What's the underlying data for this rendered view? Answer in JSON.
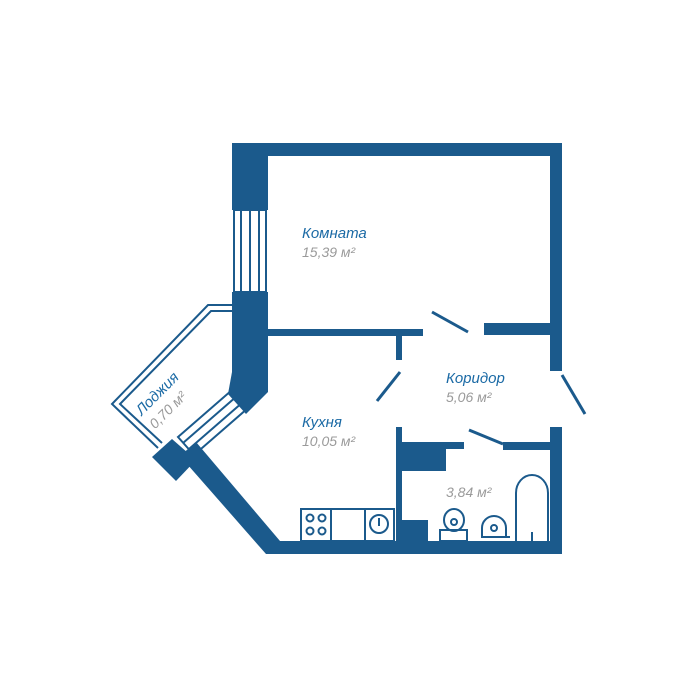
{
  "colors": {
    "wall": "#1b5a8c",
    "room_name": "#1b6aa5",
    "room_area": "#9a9a9a",
    "background": "#ffffff"
  },
  "rooms": {
    "room": {
      "name": "Комната",
      "area": "15,39 м²"
    },
    "corridor": {
      "name": "Коридор",
      "area": "5,06 м²"
    },
    "kitchen": {
      "name": "Кухня",
      "area": "10,05 м²"
    },
    "loggia": {
      "name": "Лоджия",
      "area": "0,70 м²"
    },
    "bathroom": {
      "area": "3,84 м²"
    }
  },
  "icons": [
    "stove-icon",
    "sink-icon",
    "toilet-icon",
    "washbasin-icon",
    "bathtub-icon"
  ]
}
